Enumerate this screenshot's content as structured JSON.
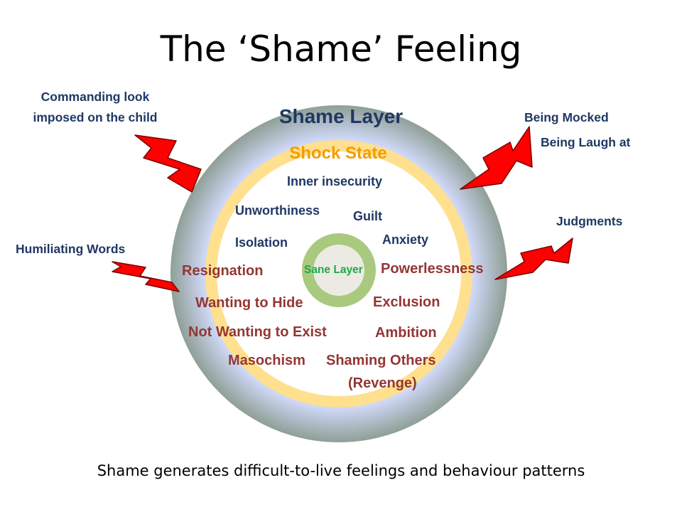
{
  "title": "The ‘Shame’ Feeling",
  "caption": "Shame generates difficult-to-live feelings and behaviour patterns",
  "layers": {
    "outer": "Shame Layer",
    "middle": "Shock State",
    "core": "Sane Layer"
  },
  "inner_feelings": {
    "inner_insecurity": "Inner insecurity",
    "unworthiness": "Unworthiness",
    "guilt": "Guilt",
    "isolation": "Isolation",
    "anxiety": "Anxiety"
  },
  "behaviours": {
    "resignation": "Resignation",
    "powerlessness": "Powerlessness",
    "wanting_to_hide": "Wanting to Hide",
    "exclusion": "Exclusion",
    "not_wanting_to_exist": "Not Wanting to Exist",
    "ambition": "Ambition",
    "masochism": "Masochism",
    "shaming_others": "Shaming Others",
    "revenge": "(Revenge)"
  },
  "triggers": {
    "commanding_look_1": "Commanding look",
    "commanding_look_2": "imposed on the child",
    "humiliating_words": "Humiliating Words",
    "being_mocked": "Being Mocked",
    "being_laugh_at": "Being Laugh at",
    "judgments": "Judgments"
  },
  "colors": {
    "shame_layer_fill": "#cfd8f7",
    "shame_layer_edge": "#7f9184",
    "shock_ring": "#ffe08f",
    "shock_text": "#f59c00",
    "inner_fill": "#ffffff",
    "sane_ring": "#a9c97f",
    "sane_fill": "#ecebe3",
    "sane_text": "#1fa84a",
    "navy_text": "#1f3864",
    "maroon_text": "#943634",
    "bolt_fill": "#ff0000"
  },
  "icons": [
    "lightning-bolt-icon"
  ]
}
